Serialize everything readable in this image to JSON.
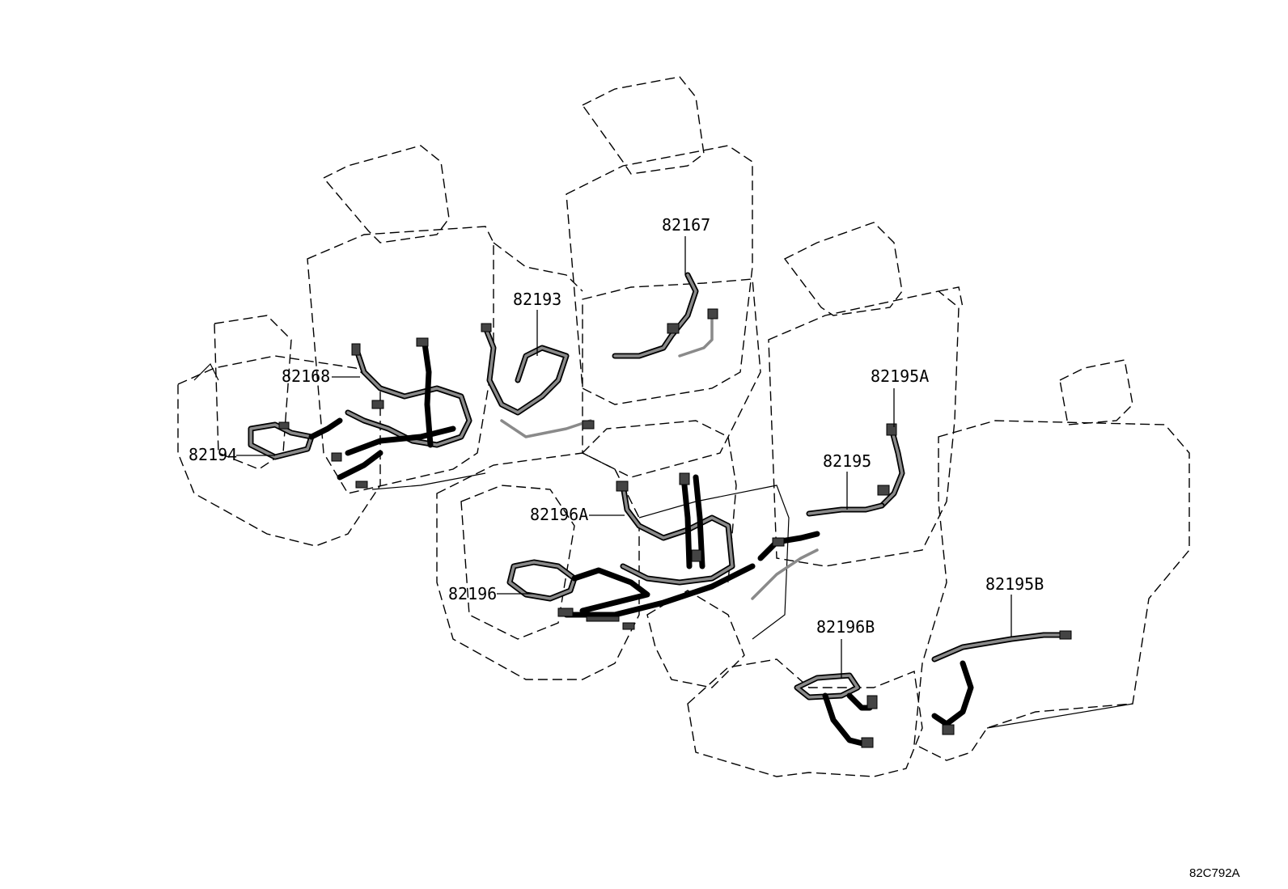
{
  "diagram": {
    "ref_code": "82C792A",
    "parts": [
      {
        "id": "p1",
        "number": "82167"
      },
      {
        "id": "p2",
        "number": "82193"
      },
      {
        "id": "p3",
        "number": "82168"
      },
      {
        "id": "p4",
        "number": "82194"
      },
      {
        "id": "p5",
        "number": "82195A"
      },
      {
        "id": "p6",
        "number": "82195"
      },
      {
        "id": "p7",
        "number": "82196A"
      },
      {
        "id": "p8",
        "number": "82196"
      },
      {
        "id": "p9",
        "number": "82195B"
      },
      {
        "id": "p10",
        "number": "82196B"
      }
    ]
  }
}
